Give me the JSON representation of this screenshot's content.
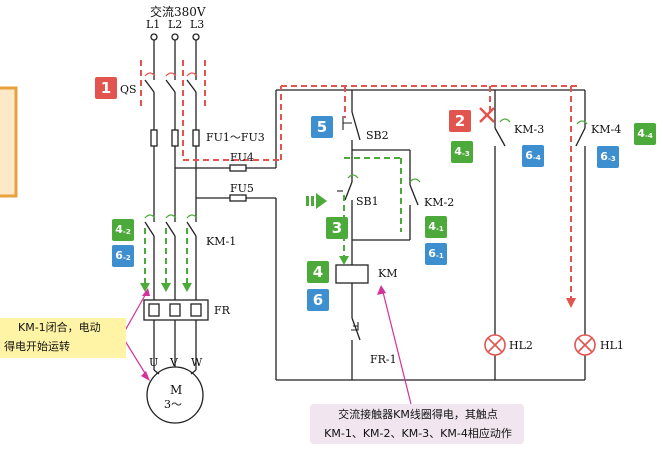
{
  "supply": {
    "title": "交流380V",
    "phases": [
      "L1",
      "L2",
      "L3"
    ]
  },
  "labels": {
    "qs": "QS",
    "fuses_main": "FU1～FU3",
    "fu4": "FU4",
    "fu5": "FU5",
    "km1": "KM-1",
    "fr": "FR",
    "motor_m": "M",
    "motor_phase": "3～",
    "u": "U",
    "v": "V",
    "w": "W",
    "sb2": "SB2",
    "sb1": "SB1",
    "km2": "KM-2",
    "km_coil": "KM",
    "fr1": "FR-1",
    "km3": "KM-3",
    "km4": "KM-4",
    "hl2": "HL2",
    "hl1": "HL1"
  },
  "badges": {
    "b1": "1",
    "b2": "2",
    "b3": "3",
    "b4": "4",
    "b5": "5",
    "b6": "6",
    "km1_a": {
      "main": "4",
      "sub": "-2"
    },
    "km1_b": {
      "main": "6",
      "sub": "-2"
    },
    "km2_a": {
      "main": "4",
      "sub": "-1"
    },
    "km2_b": {
      "main": "6",
      "sub": "-1"
    },
    "km3_a": {
      "main": "4",
      "sub": "-3"
    },
    "km3_b": {
      "main": "6",
      "sub": "-4"
    },
    "km4_a": {
      "main": "4",
      "sub": "-4"
    },
    "km4_b": {
      "main": "6",
      "sub": "-3"
    }
  },
  "callouts": {
    "left_line1": "KM-1闭合，电动",
    "left_line2": "得电开始运转",
    "bottom_line1": "交流接触器KM线圈得电，其触点",
    "bottom_line2": "KM-1、KM-2、KM-3、KM-4相应动作"
  },
  "colors": {
    "wire": "#222222",
    "flow_red": "#e2554f",
    "flow_green": "#4caa3a",
    "callout_yellow": "#fff3a6",
    "callout_pink": "#f1e6f0",
    "lamp": "#e2554f",
    "pointer": "#d4339a"
  }
}
